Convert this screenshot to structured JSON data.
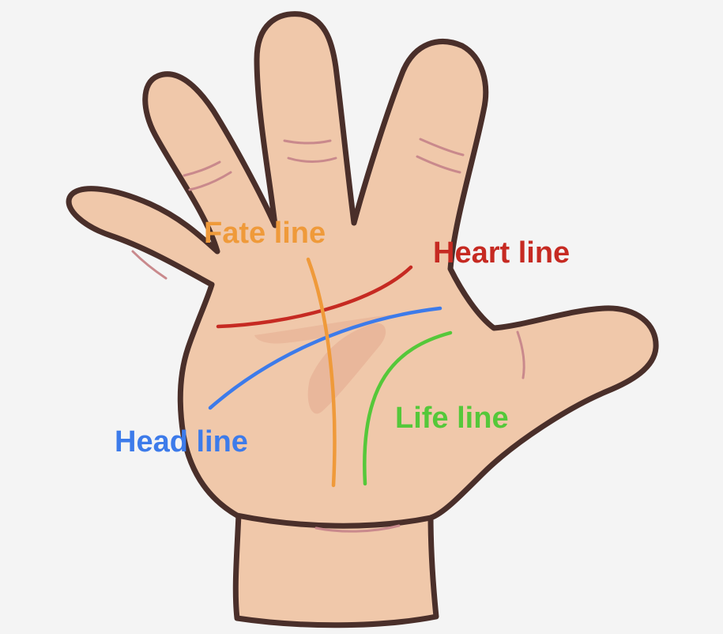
{
  "diagram": {
    "background_color": "#f4f4f4",
    "skin_color": "#f0c8aa",
    "skin_shade_color": "#e3a98e",
    "crease_color": "#c9898c",
    "outline_color": "#4a2f2a",
    "lines": [
      {
        "id": "fate",
        "label": "Fate line",
        "color": "#ef9a3a"
      },
      {
        "id": "heart",
        "label": "Heart line",
        "color": "#c62a22"
      },
      {
        "id": "head",
        "label": "Head line",
        "color": "#3d7bea"
      },
      {
        "id": "life",
        "label": "Life line",
        "color": "#55c83a"
      }
    ]
  }
}
